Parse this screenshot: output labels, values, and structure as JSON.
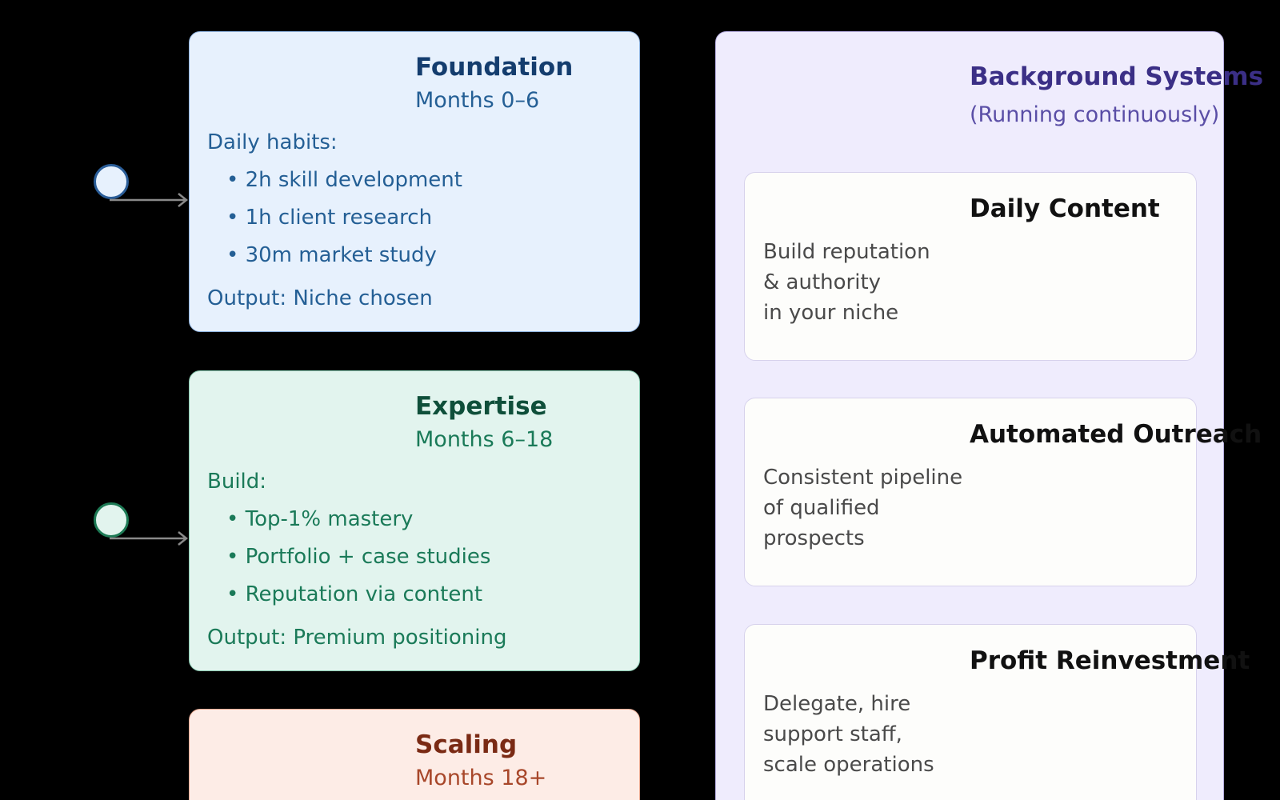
{
  "phases": [
    {
      "title": "Foundation",
      "subtitle": "Months 0–6",
      "heading": "Daily habits:",
      "bullets": [
        "• 2h skill development",
        "• 1h client research",
        "• 30m market study"
      ],
      "output": "Output: Niche chosen"
    },
    {
      "title": "Expertise",
      "subtitle": "Months 6–18",
      "heading": "Build:",
      "bullets": [
        "• Top-1% mastery",
        "• Portfolio + case studies",
        "• Reputation via content"
      ],
      "output": "Output: Premium positioning"
    },
    {
      "title": "Scaling",
      "subtitle": "Months 18+"
    }
  ],
  "background": {
    "title": "Background Systems",
    "subtitle": "(Running continuously)",
    "systems": [
      {
        "title": "Daily Content",
        "lines": [
          "Build reputation",
          "& authority",
          "in your niche"
        ]
      },
      {
        "title": "Automated Outreach",
        "lines": [
          "Consistent pipeline",
          "of qualified",
          "prospects"
        ]
      },
      {
        "title": "Profit Reinvestment",
        "lines": [
          "Delegate, hire",
          "support staff,",
          "scale operations"
        ]
      }
    ]
  },
  "colors": {
    "foundation": "#e7f1fd",
    "expertise": "#e2f4ee",
    "scaling": "#fdece6",
    "background_panel": "#efecfd"
  }
}
